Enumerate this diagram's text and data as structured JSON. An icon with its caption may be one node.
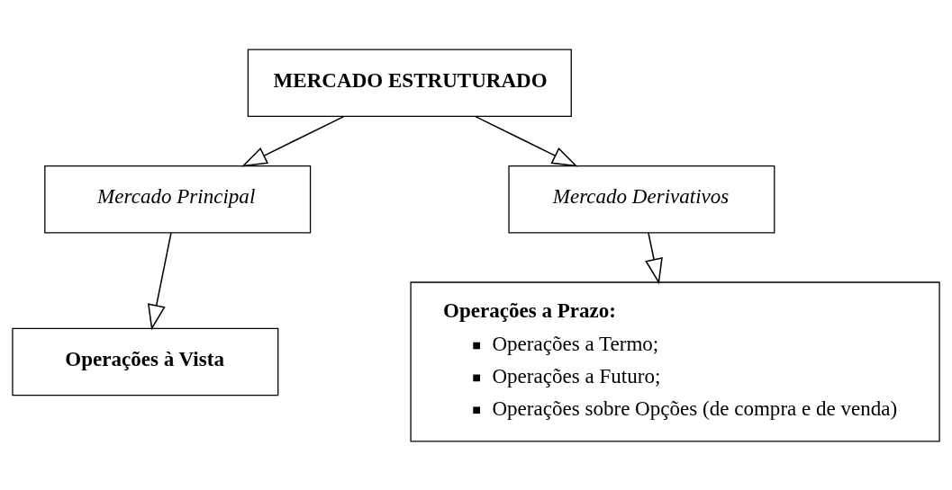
{
  "diagram": {
    "nodes": [
      {
        "text": [
          "MERCADO ESTRUTURADO"
        ]
      },
      {
        "text": [
          "Mercado Principal"
        ]
      },
      {
        "text": [
          "Mercado Derivativos"
        ]
      },
      {
        "text": [
          "Operações à Vista"
        ]
      },
      {
        "text": [
          "Operações a Prazo:",
          "Operações a Termo;",
          "Operações a Futuro;",
          "Operações sobre Opções (de compra e de venda)"
        ]
      }
    ],
    "edges": [
      {
        "from": 0,
        "to": 1,
        "arrow": "to"
      },
      {
        "from": 0,
        "to": 2,
        "arrow": "to"
      },
      {
        "from": 1,
        "to": 3,
        "arrow": "to"
      },
      {
        "from": 2,
        "to": 4,
        "arrow": "to"
      }
    ]
  }
}
